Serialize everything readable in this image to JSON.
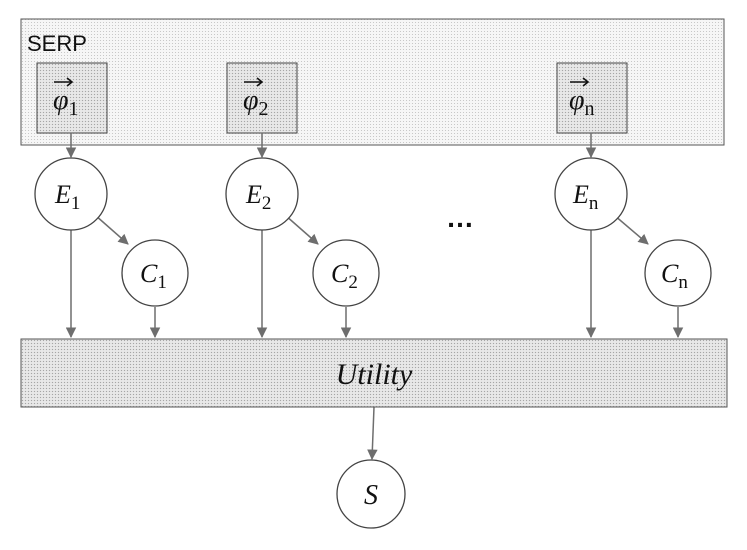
{
  "serp": {
    "label": "SERP",
    "features": [
      {
        "symbol": "φ",
        "subscript": "1"
      },
      {
        "symbol": "φ",
        "subscript": "2"
      },
      {
        "symbol": "φ",
        "subscript": "n"
      }
    ]
  },
  "examination_nodes": [
    {
      "symbol": "E",
      "subscript": "1"
    },
    {
      "symbol": "E",
      "subscript": "2"
    },
    {
      "symbol": "E",
      "subscript": "n"
    }
  ],
  "click_nodes": [
    {
      "symbol": "C",
      "subscript": "1"
    },
    {
      "symbol": "C",
      "subscript": "2"
    },
    {
      "symbol": "C",
      "subscript": "n"
    }
  ],
  "ellipsis": "…",
  "utility": {
    "label": "Utility"
  },
  "satisfaction": {
    "symbol": "S"
  },
  "colors": {
    "box_fill": "#f1f1f1",
    "utility_fill": "#e4e4e4",
    "border": "#555555",
    "edge": "#6e6e6e"
  }
}
